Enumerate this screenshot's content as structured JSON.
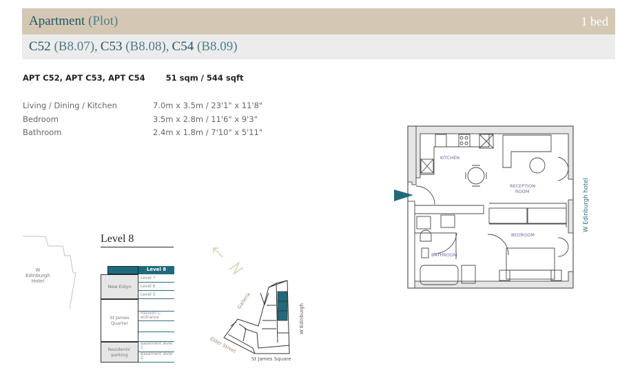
{
  "header": {
    "type_label": "Apartment",
    "type_sub": "(Plot)",
    "bedrooms": "1 bed"
  },
  "plots": [
    {
      "id": "C52",
      "ref": "(B8.07),"
    },
    {
      "id": "C53",
      "ref": "(B8.08),"
    },
    {
      "id": "C54",
      "ref": "(B8.09)"
    }
  ],
  "summary": {
    "apartments": "APT C52, APT C53, APT C54",
    "area": "51 sqm / 544 sqft"
  },
  "rooms": [
    {
      "name": "Living / Dining / Kitchen",
      "dims": "7.0m x 3.5m / 23'1\" x 11'8\""
    },
    {
      "name": "Bedroom",
      "dims": "3.5m x 2.8m / 11'6\" x 9'3\""
    },
    {
      "name": "Bathroom",
      "dims": "2.4m x 1.8m / 7'10\" x 5'11\""
    }
  ],
  "level": {
    "title": "Level 8",
    "table_header": "Level 8",
    "groups": [
      {
        "name": "New Eidyn",
        "levels": [
          "Level 7",
          "Level 6",
          "Level 5"
        ]
      },
      {
        "name": "St James Quarter",
        "levels": [
          "",
          "Pavilion C entrance",
          "",
          ""
        ]
      },
      {
        "name": "Residents' parking",
        "levels": [
          "Basement level 1",
          "Basement level 2"
        ]
      }
    ]
  },
  "map": {
    "hotel_label_1": "W",
    "hotel_label_2": "Edinburgh",
    "hotel_label_3": "Hotel",
    "street_galleria": "Galleria",
    "street_elder": "Elder Street",
    "street_square": "St James Square",
    "street_w_edinburgh": "W Edinburgh",
    "north": "N"
  },
  "floorplan": {
    "kitchen": "KITCHEN",
    "reception_1": "RECEPTION",
    "reception_2": "ROOM",
    "bedroom": "BEDROOM",
    "bathroom": "BATHROOM",
    "side_label": "W Edinburgh hotel"
  },
  "colors": {
    "header_band": "#d4c8b4",
    "sub_band": "#ececec",
    "teal": "#1f6b7c",
    "text_teal": "#1f5666"
  }
}
